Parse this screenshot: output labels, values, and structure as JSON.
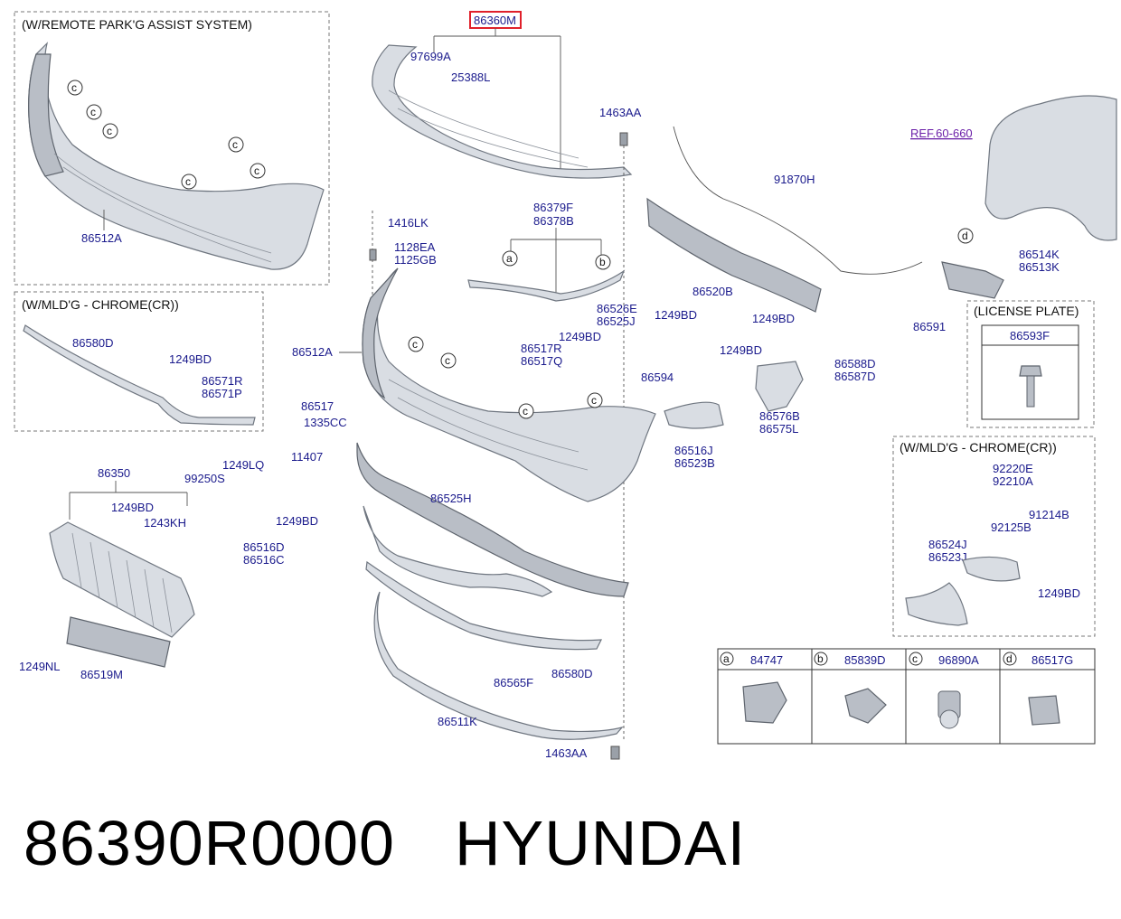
{
  "boxes": {
    "remote_park": "(W/REMOTE PARK'G ASSIST SYSTEM)",
    "mld_chrome_left": "(W/MLD'G - CHROME(CR))",
    "license_plate": "(LICENSE PLATE)",
    "mld_chrome_right": "(W/MLD'G - CHROME(CR))"
  },
  "highlight_part": "86360M",
  "ref_link": "REF.60-660",
  "labels": {
    "p86512A_top": "86512A",
    "p86580D_left": "86580D",
    "p1249BD_left": "1249BD",
    "p86571R": "86571R",
    "p86571P": "86571P",
    "p97699A": "97699A",
    "p25388L": "25388L",
    "p1463AA_top": "1463AA",
    "p1416LK": "1416LK",
    "p1128EA": "1128EA",
    "p1125GB": "1125GB",
    "p86379F": "86379F",
    "p86378B": "86378B",
    "p91870H": "91870H",
    "p86520B": "86520B",
    "p86514K": "86514K",
    "p86513K": "86513K",
    "p86591": "86591",
    "p86593F": "86593F",
    "p86526E": "86526E",
    "p86525J": "86525J",
    "p1249BD_a": "1249BD",
    "p1249BD_b": "1249BD",
    "p1249BD_c": "1249BD",
    "p1249BD_d": "1249BD",
    "p86512A_mid": "86512A",
    "p86517R": "86517R",
    "p86517Q": "86517Q",
    "p86594": "86594",
    "p86588D": "86588D",
    "p86587D": "86587D",
    "p86517": "86517",
    "p1335CC": "1335CC",
    "p86576B": "86576B",
    "p86575L": "86575L",
    "p86516J": "86516J",
    "p86523B": "86523B",
    "p86350": "86350",
    "p99250S": "99250S",
    "p1249LQ": "1249LQ",
    "p11407": "11407",
    "p1249BD_e": "1249BD",
    "p1243KH": "1243KH",
    "p1249BD_f": "1249BD",
    "p86516D": "86516D",
    "p86516C": "86516C",
    "p86525H": "86525H",
    "p92220E": "92220E",
    "p92210A": "92210A",
    "p91214B": "91214B",
    "p92125B": "92125B",
    "p86524J": "86524J",
    "p86523J": "86523J",
    "p1249BD_g": "1249BD",
    "p1249NL": "1249NL",
    "p86519M": "86519M",
    "p86565F": "86565F",
    "p86580D_bottom": "86580D",
    "p86511K": "86511K",
    "p1463AA_bottom": "1463AA"
  },
  "callouts": [
    "a",
    "b",
    "c",
    "d"
  ],
  "legend": [
    {
      "key": "a",
      "part": "84747"
    },
    {
      "key": "b",
      "part": "85839D"
    },
    {
      "key": "c",
      "part": "96890A"
    },
    {
      "key": "d",
      "part": "86517G"
    }
  ],
  "caption": {
    "part_number": "86390R0000",
    "brand": "HYUNDAI"
  },
  "colors": {
    "label": "#1a1a8c",
    "highlight_box": "#e0202a",
    "ref_link": "#6b1fa8"
  }
}
